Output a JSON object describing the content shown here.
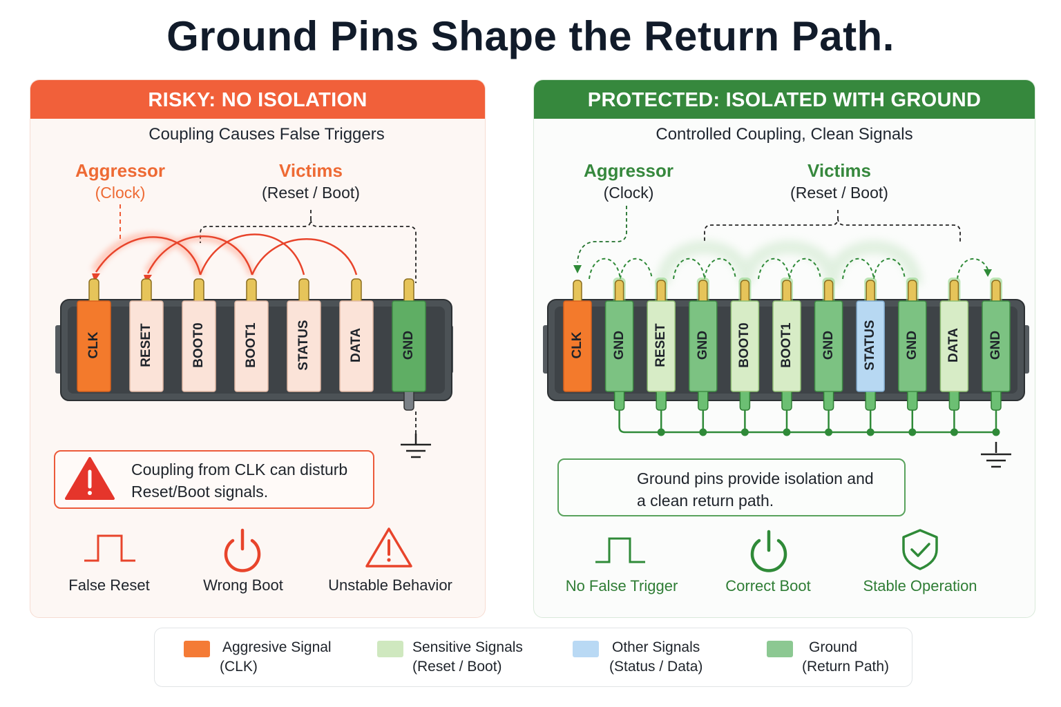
{
  "title": "Ground Pins Shape the Return Path.",
  "risky": {
    "header": "RISKY: NO ISOLATION",
    "subtitle": "Coupling Causes False Triggers",
    "aggressor": {
      "label": "Aggressor",
      "sub": "(Clock)"
    },
    "victims": {
      "label": "Victims",
      "sub": "(Reset / Boot)"
    },
    "pins": [
      "CLK",
      "RESET",
      "BOOT0",
      "BOOT1",
      "STATUS",
      "DATA",
      "GND"
    ],
    "callout": {
      "line1": "Coupling from CLK can disturb",
      "line2": "Reset/Boot signals."
    },
    "effects": [
      "False Reset",
      "Wrong Boot",
      "Unstable Behavior"
    ],
    "colors": {
      "accent": "#f1603a",
      "aggressor_pin": "#f37a2c",
      "victim_pin": "#fbe3d8",
      "ground_pin": "#5fae64"
    }
  },
  "safe": {
    "header": "PROTECTED: ISOLATED WITH GROUND",
    "subtitle": "Controlled Coupling, Clean Signals",
    "aggressor": {
      "label": "Aggressor",
      "sub": "(Clock)"
    },
    "victims": {
      "label": "Victims",
      "sub": "(Reset / Boot)"
    },
    "pins": [
      "CLK",
      "GND",
      "RESET",
      "GND",
      "BOOT0",
      "BOOT1",
      "GND",
      "STATUS",
      "GND",
      "DATA",
      "GND"
    ],
    "callout": {
      "line1": "Ground pins provide isolation and",
      "line2": "a clean return path."
    },
    "effects": [
      "No False Trigger",
      "Correct Boot",
      "Stable Operation"
    ],
    "colors": {
      "accent": "#36883d",
      "aggressor_pin": "#f37a2c",
      "sensitive_pin": "#d7ecc6",
      "other_pin": "#b7d8f2",
      "ground_pin": "#7cc282"
    }
  },
  "legend": [
    {
      "label": "Aggresive Signal",
      "sub": "(CLK)",
      "color": "#f47b36"
    },
    {
      "label": "Sensitive Signals",
      "sub": "(Reset / Boot)",
      "color": "#cfe8bf"
    },
    {
      "label": "Other Signals",
      "sub": "(Status / Data)",
      "color": "#b9d9f4"
    },
    {
      "label": "Ground",
      "sub": "(Return Path)",
      "color": "#8cc892"
    }
  ]
}
